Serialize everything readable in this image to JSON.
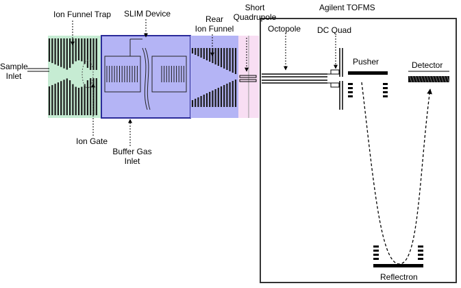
{
  "labels": {
    "sample_inlet": [
      "Sample",
      "Inlet"
    ],
    "ion_funnel_trap": "Ion Funnel Trap",
    "slim_device": "SLIM Device",
    "rear_ion_funnel": [
      "Rear",
      "Ion Funnel"
    ],
    "short_quadrupole": [
      "Short",
      "Quadrupole"
    ],
    "agilent_tofms": "Agilent TOFMS",
    "octopole": "Octopole",
    "dc_quad": "DC Quad",
    "pusher": "Pusher",
    "detector": "Detector",
    "ion_gate": "Ion Gate",
    "buffer_gas_inlet": [
      "Buffer Gas",
      "Inlet"
    ],
    "reflectron": "Reflectron"
  },
  "colors": {
    "trap_region": "#c6ecd3",
    "slim_region": "#b4b4f5",
    "slim_border": "#2a2a9a",
    "rear_funnel_region": "#b4b4f5",
    "quad_region": "#f8def3",
    "electrode": "#1a1a1a",
    "box_border": "#333333"
  }
}
